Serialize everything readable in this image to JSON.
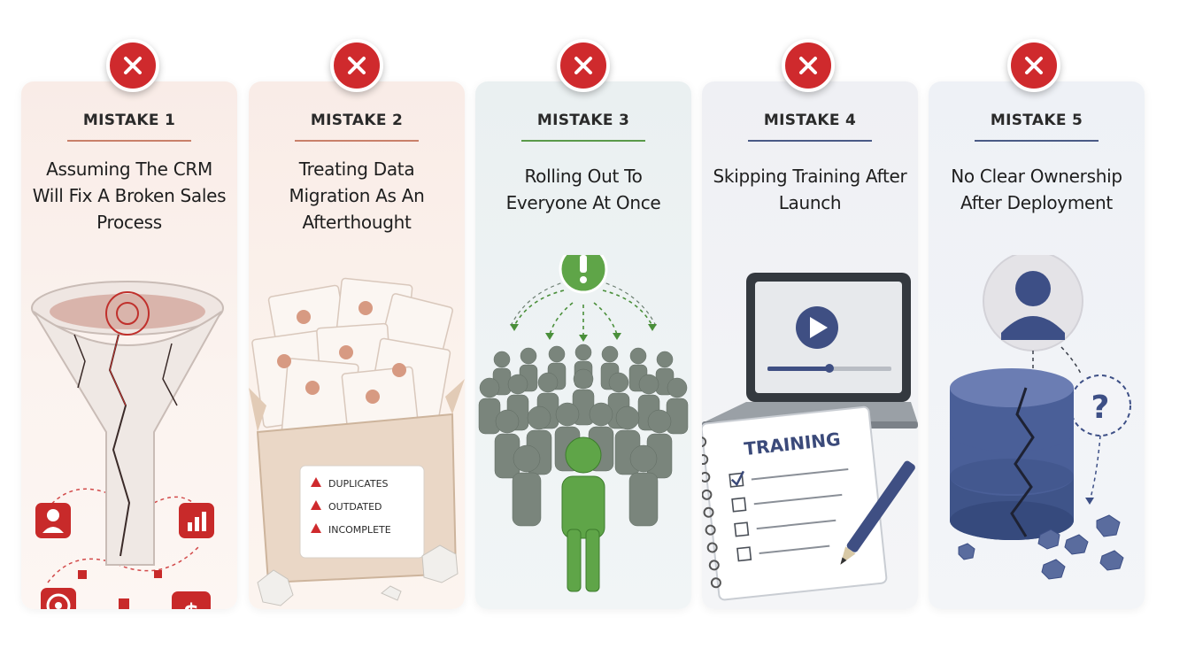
{
  "cards": [
    {
      "label": "MISTAKE 1",
      "title": "Assuming The CRM Will Fix A Broken Sales Process",
      "rule_color": "#c9806a",
      "illustration": "broken-funnel"
    },
    {
      "label": "MISTAKE 2",
      "title": "Treating Data Migration As An Afterthought",
      "rule_color": "#c9806a",
      "illustration": "box-of-records",
      "warnings": [
        "DUPLICATES",
        "OUTDATED",
        "INCOMPLETE"
      ]
    },
    {
      "label": "MISTAKE 3",
      "title": "Rolling Out To Everyone At Once",
      "rule_color": "#5a9a4a",
      "illustration": "crowd-with-alert"
    },
    {
      "label": "MISTAKE 4",
      "title": "Skipping Training After Launch",
      "rule_color": "#4a5a86",
      "illustration": "laptop-and-training-notebook",
      "notebook_title": "TRAINING"
    },
    {
      "label": "MISTAKE 5",
      "title": "No Clear Ownership After Deployment",
      "rule_color": "#4a5a86",
      "illustration": "cracked-database-question",
      "question_mark": "?"
    }
  ],
  "colors": {
    "badge_red": "#cf2a2d",
    "alert_green": "#5fa548",
    "db_blue": "#3f5489"
  }
}
